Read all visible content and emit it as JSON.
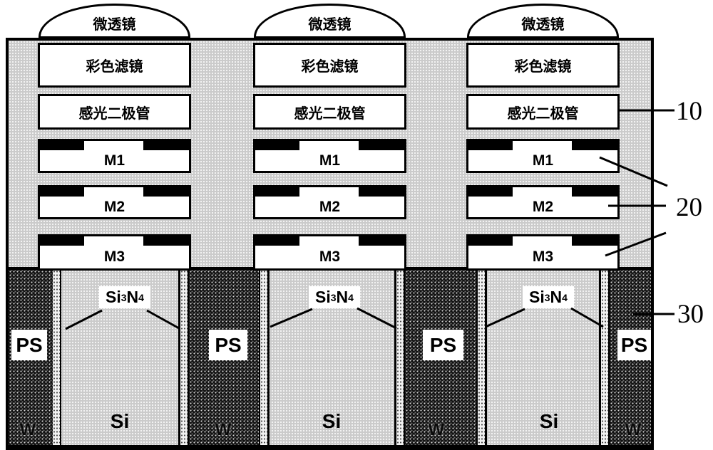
{
  "figure_type": "image-sensor-cross-section",
  "pixels": [
    {
      "microlens": "微透镜",
      "color_filter": "彩色滤镜",
      "photodiode": "感光二极管",
      "m1": "M1",
      "m2": "M2",
      "m3": "M3"
    },
    {
      "microlens": "微透镜",
      "color_filter": "彩色滤镜",
      "photodiode": "感光二极管",
      "m1": "M1",
      "m2": "M2",
      "m3": "M3"
    },
    {
      "microlens": "微透镜",
      "color_filter": "彩色滤镜",
      "photodiode": "感光二极管",
      "m1": "M1",
      "m2": "M2",
      "m3": "M3"
    }
  ],
  "substrate": {
    "regions": [
      {
        "si": "Si",
        "nitride_si": "Si",
        "nitride_sub3": "3",
        "nitride_n": "N",
        "nitride_sub4": "4"
      },
      {
        "si": "Si",
        "nitride_si": "Si",
        "nitride_sub3": "3",
        "nitride_n": "N",
        "nitride_sub4": "4"
      },
      {
        "si": "Si",
        "nitride_si": "Si",
        "nitride_sub3": "3",
        "nitride_n": "N",
        "nitride_sub4": "4"
      }
    ],
    "trenches": [
      {
        "ps": "PS",
        "w": "W"
      },
      {
        "ps": "PS",
        "w": "W"
      },
      {
        "ps": "PS",
        "w": "W"
      },
      {
        "ps": "PS",
        "w": "W"
      }
    ]
  },
  "refs": {
    "r10": "10",
    "r20": "20",
    "r30": "30"
  },
  "colors": {
    "outline": "#000000",
    "body_fill": "#cbcbcb",
    "box_fill": "#ffffff",
    "trench_fill": "#101010",
    "liner_fill": "#f1f1f1"
  }
}
